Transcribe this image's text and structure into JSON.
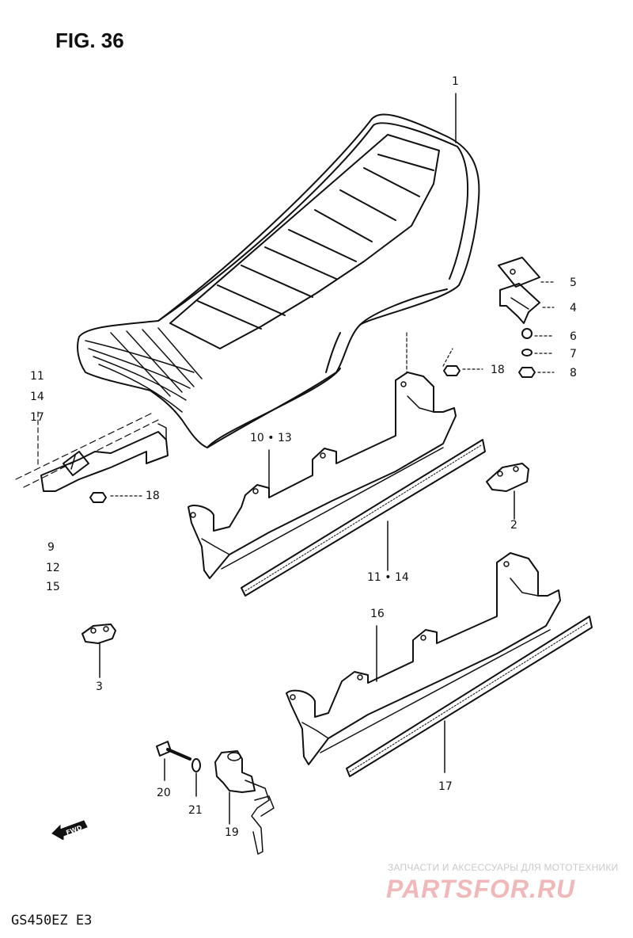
{
  "figure": {
    "title": "FIG. 36",
    "model": "GS450EZ  E3"
  },
  "callouts": {
    "c1": "1",
    "c5": "5",
    "c4": "4",
    "c6": "6",
    "c7": "7",
    "c8": "8",
    "c18a": "18",
    "c18b": "18",
    "c11_14_17_a": "11",
    "c11_14_17_b": "14",
    "c11_14_17_c": "17",
    "c9": "9",
    "c12": "12",
    "c15": "15",
    "c10_13": "10 • 13",
    "c11_14": "11 • 14",
    "c2": "2",
    "c3": "3",
    "c16": "16",
    "c17": "17",
    "c20": "20",
    "c21": "21",
    "c19": "19"
  },
  "fwd_label": "FWD",
  "watermark": {
    "text": "ЗАПЧАСТИ И АКСЕССУАРЫ ДЛЯ МОТОТЕХНИКИ",
    "logo": "PARTSFOR.RU"
  }
}
